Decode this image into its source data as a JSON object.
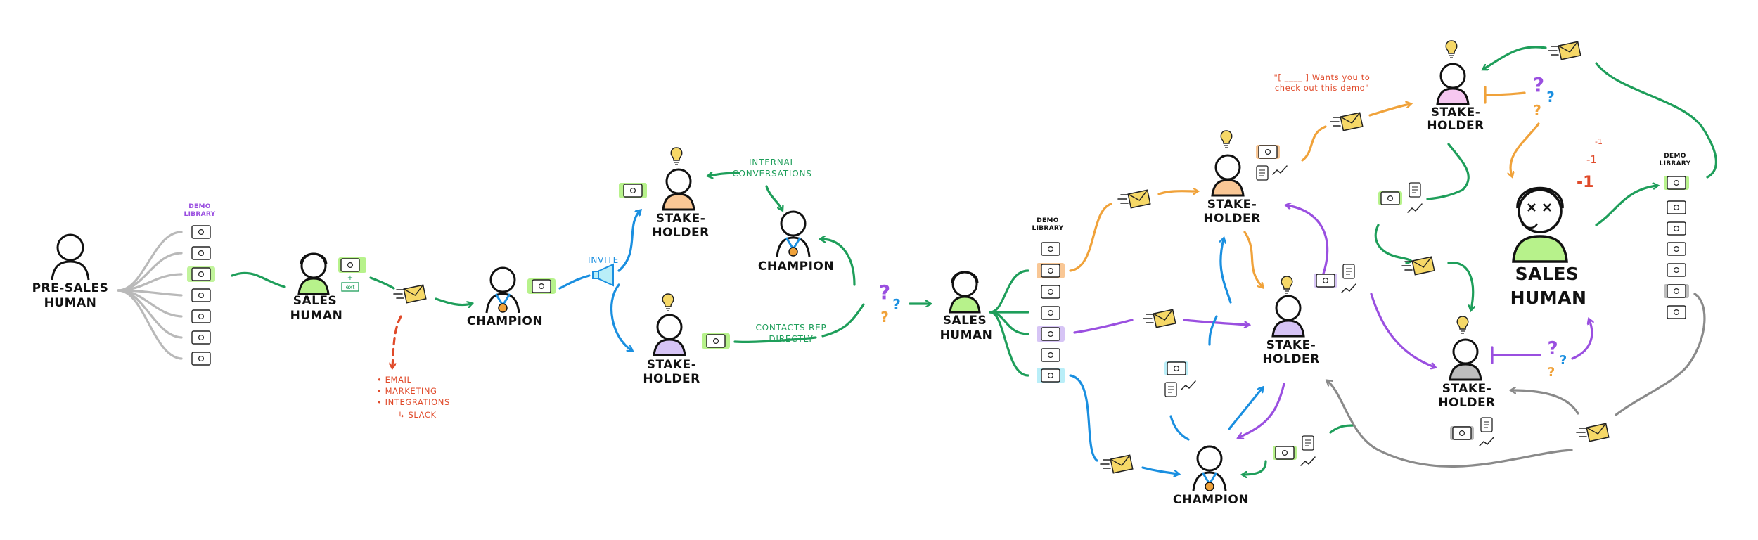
{
  "colors": {
    "ink": "#111111",
    "green": "#1e9e5a",
    "blue": "#1a8fe0",
    "orange": "#f0a23a",
    "purple": "#9a4fe0",
    "gray": "#8a8a8a",
    "red": "#e04a2a",
    "light_green": "#b7f28b",
    "light_orange": "#f9c795",
    "light_purple": "#d6c4f5",
    "light_pink": "#f6c7f0",
    "light_blue": "#b9eef8",
    "light_gray": "#bdbdbd",
    "envelope": "#f6d867"
  },
  "labels": {
    "presales_line1": "PRE-SALES",
    "presales_line2": "HUMAN",
    "sales": "SALES",
    "human": "HUMAN",
    "champion": "CHAMPION",
    "stake": "STAKE-",
    "holder": "HOLDER"
  },
  "library": {
    "title_line1": "DEMO",
    "title_line2": "LIBRARY"
  },
  "annotations": {
    "invite": "INVITE",
    "internal_line1": "INTERNAL",
    "internal_line2": "CONVERSATIONS",
    "contacts_line1": "CONTACTS REP",
    "contacts_line2": "DIRECTLY",
    "wants_line1": "\"[ ____ ] Wants you to",
    "wants_line2": "check out this demo\"",
    "list_item1": "• EMAIL",
    "list_item2": "• MARKETING",
    "list_item3": "• INTEGRATIONS",
    "list_item4": "↳ SLACK",
    "minus_small": "-1",
    "minus_mid": "-1",
    "minus_big": "-1",
    "qmark": "?",
    "plus": "+",
    "ext_badge": "ext"
  },
  "icons": [
    "person-icon",
    "headset-icon",
    "medal-icon",
    "lightbulb-icon",
    "envelope-icon",
    "megaphone-icon",
    "question-icon",
    "video-card-icon",
    "document-icon",
    "analytics-icon",
    "x-eyes-icon"
  ]
}
